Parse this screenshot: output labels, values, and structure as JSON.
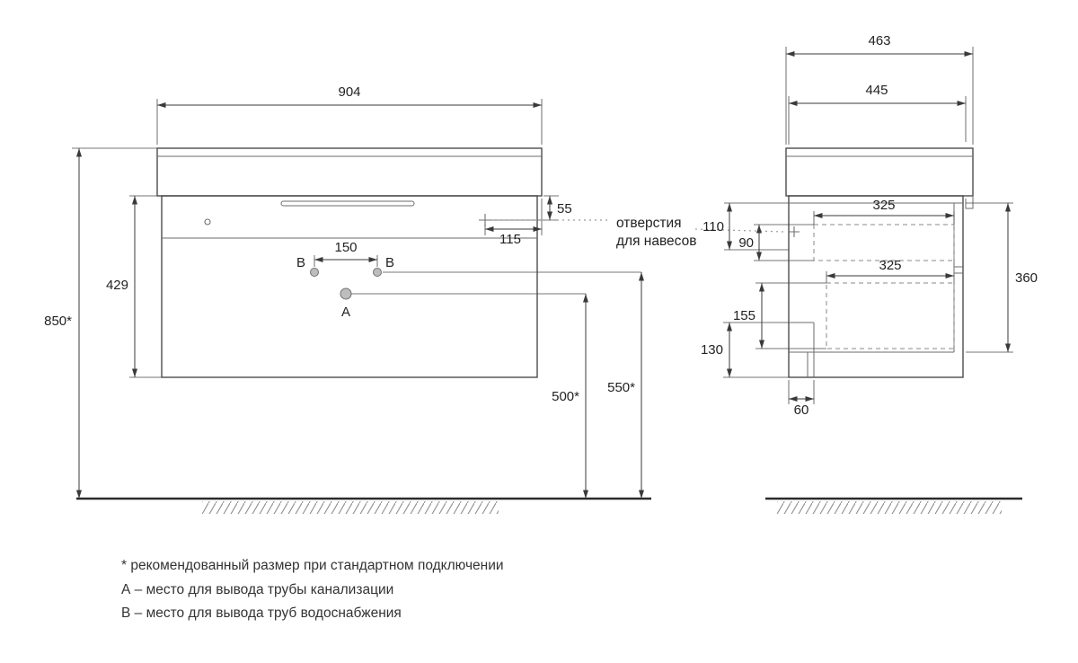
{
  "front_view": {
    "width": "904",
    "hole_drop": "55",
    "hole_inset": "115",
    "cabinet_height": "429",
    "mount_height": "850*",
    "supply_spacing": "150",
    "supply_left": "В",
    "supply_right": "В",
    "drain": "А",
    "drain_height": "500*",
    "supply_height": "550*"
  },
  "side_view": {
    "total_depth": "463",
    "cabinet_depth": "445",
    "hanger_zone": "110",
    "top_drawer_height": "90",
    "top_drawer_depth": "325",
    "bottom_drawer_depth": "325",
    "front_height": "360",
    "bottom_drawer_height": "155",
    "recess_height": "130",
    "recess_depth": "60"
  },
  "callout": {
    "line1": "отверстия",
    "line2": "для навесов"
  },
  "notes": [
    "* рекомендованный размер при стандартном подключении",
    "А – место для вывода трубы канализации",
    "В – место для вывода труб водоснабжения"
  ]
}
